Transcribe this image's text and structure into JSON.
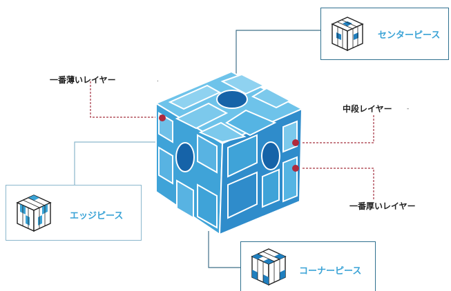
{
  "labels": {
    "thinnest_layer": "一番薄いレイヤー",
    "middle_layer": "中段レイヤー",
    "thickest_layer": "一番厚いレイヤー"
  },
  "legend": {
    "center": "センターピース",
    "edge": "エッジピース",
    "corner": "コーナーピース"
  },
  "colors": {
    "cube_light": "#7cc9ec",
    "cube_mid": "#3fa3d8",
    "cube_dark": "#1f7fbf",
    "center_piece": "#1663a8",
    "line_dark": "#2e5f7a",
    "line_light": "#8ab6cc",
    "marker": "#b0293c",
    "legend_label": "#3aa3d6"
  }
}
